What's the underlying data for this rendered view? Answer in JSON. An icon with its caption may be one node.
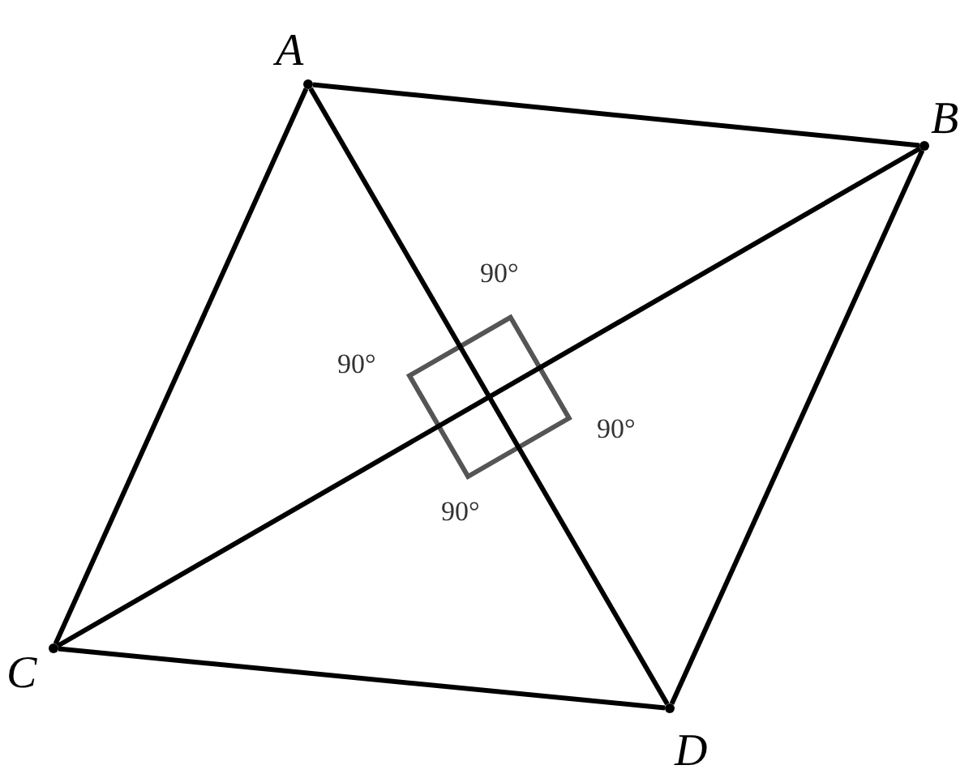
{
  "diagram": {
    "nodes": [
      {
        "text": [],
        "shape": "dot",
        "beside": [
          "A"
        ]
      },
      {
        "text": [],
        "shape": "dot",
        "beside": [
          "B"
        ]
      },
      {
        "text": [],
        "shape": "dot",
        "beside": [
          "C"
        ]
      },
      {
        "text": [],
        "shape": "dot",
        "beside": [
          "D"
        ]
      }
    ],
    "edges": [
      {
        "from": 0,
        "to": 1,
        "arrow": "none"
      },
      {
        "from": 1,
        "to": 3,
        "arrow": "none"
      },
      {
        "from": 3,
        "to": 2,
        "arrow": "none"
      },
      {
        "from": 2,
        "to": 0,
        "arrow": "none"
      },
      {
        "from": 0,
        "to": 3,
        "arrow": "none"
      },
      {
        "from": 2,
        "to": 1,
        "arrow": "none"
      }
    ],
    "labels": [
      "90°",
      "90°",
      "90°",
      "90°"
    ]
  }
}
